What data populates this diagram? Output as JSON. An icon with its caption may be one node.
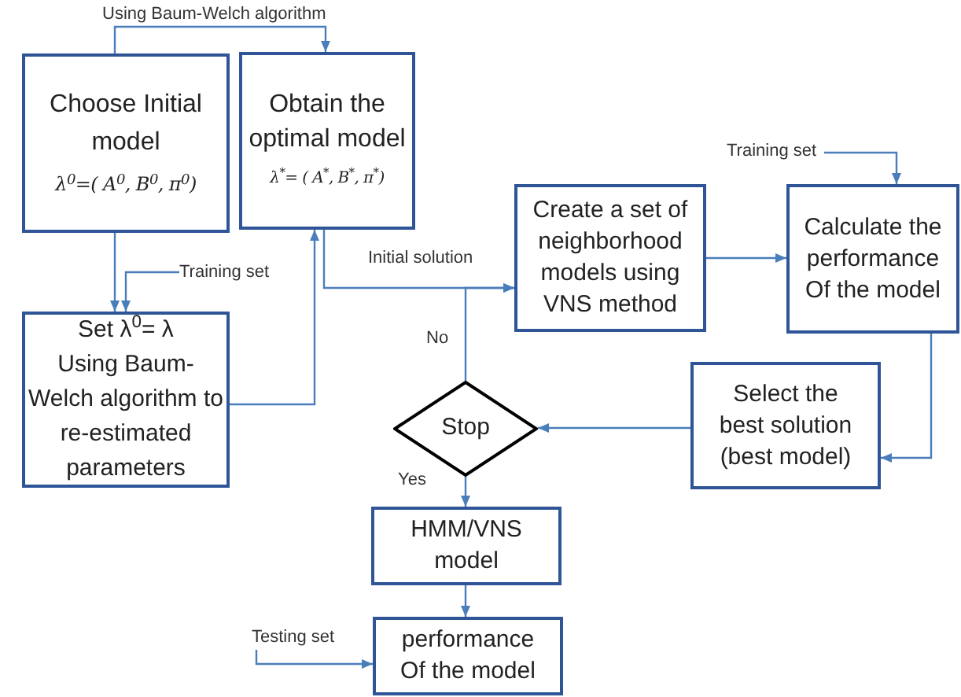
{
  "diagram": {
    "nodes": [
      {
        "text": [
          "Choose  Initial model",
          "λ$^{0}$=( A$^{0}$, B$^{0}$, π$^{0}$)"
        ]
      },
      {
        "text": [
          "Obtain the optimal model",
          "λ$^{*}$= ( A$^{*}$, B$^{*}$, π$^{*}$)"
        ]
      },
      {
        "text": [
          "Set   λ$^{0}$= λ",
          "Using Baum-Welch  algorithm to re-estimated parameters"
        ]
      },
      {
        "text": [
          "Create a set of neighborhood models using VNS method"
        ]
      },
      {
        "text": [
          "Calculate the performance Of the model"
        ]
      },
      {
        "text": [
          "Select  the best solution (best model)"
        ]
      },
      {
        "text": [
          "Stop"
        ]
      },
      {
        "text": [
          "HMM/VNS model"
        ]
      },
      {
        "text": [
          "performance Of the model"
        ]
      },
      {
        "text": [
          "Training set"
        ]
      },
      {
        "text": [
          "Training set"
        ]
      },
      {
        "text": [
          "Testing set"
        ]
      }
    ],
    "edges": [
      {
        "from": 0,
        "to": 1,
        "arrow": "to",
        "label": "Using Baum-Welch algorithm"
      },
      {
        "from": 0,
        "to": 2,
        "arrow": "to"
      },
      {
        "from": 9,
        "to": 2,
        "arrow": "to"
      },
      {
        "from": 2,
        "to": 1,
        "arrow": "to"
      },
      {
        "from": 1,
        "to": 3,
        "arrow": "to",
        "label": "Initial solution"
      },
      {
        "from": 6,
        "to": 3,
        "arrow": "to",
        "label": "No"
      },
      {
        "from": 3,
        "to": 4,
        "arrow": "to"
      },
      {
        "from": 10,
        "to": 4,
        "arrow": "to"
      },
      {
        "from": 4,
        "to": 5,
        "arrow": "to"
      },
      {
        "from": 5,
        "to": 6,
        "arrow": "to"
      },
      {
        "from": 6,
        "to": 7,
        "arrow": "to",
        "label": "Yes"
      },
      {
        "from": 7,
        "to": 8,
        "arrow": "to"
      },
      {
        "from": 11,
        "to": 8,
        "arrow": "to"
      }
    ]
  }
}
